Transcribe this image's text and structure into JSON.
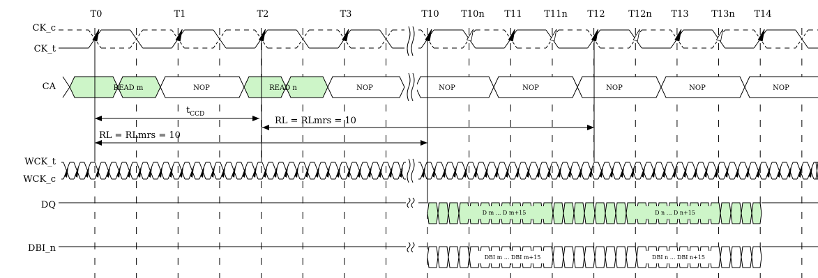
{
  "time_labels": [
    "T0",
    "T1",
    "T2",
    "T3",
    "T10",
    "T10n",
    "T11",
    "T11n",
    "T12",
    "T12n",
    "T13",
    "T13n",
    "T14"
  ],
  "signals": {
    "ck_c": "CK_c",
    "ck_t": "CK_t",
    "ca": "CA",
    "wck_t": "WCK_t",
    "wck_c": "WCK_c",
    "dq": "DQ",
    "dbi_n": "DBI_n"
  },
  "ca_commands": [
    "READ m",
    "NOP",
    "READ n",
    "NOP",
    "NOP",
    "NOP",
    "NOP",
    "NOP",
    "NOP"
  ],
  "timing": {
    "tccd_main": "t",
    "tccd_sub": "CCD",
    "rl_upper": "RL = RLmrs = 10",
    "rl_lower": "RL = RLmrs = 10"
  },
  "dq_bursts": [
    "D m  ...  D m+15",
    "D n  ...  D n+15"
  ],
  "dbi_bursts": [
    "DBI m  ...  DBI m+15",
    "DBI n  ...  DBI n+15"
  ],
  "colors": {
    "highlight": "#cdf5c8",
    "line": "#000000"
  }
}
